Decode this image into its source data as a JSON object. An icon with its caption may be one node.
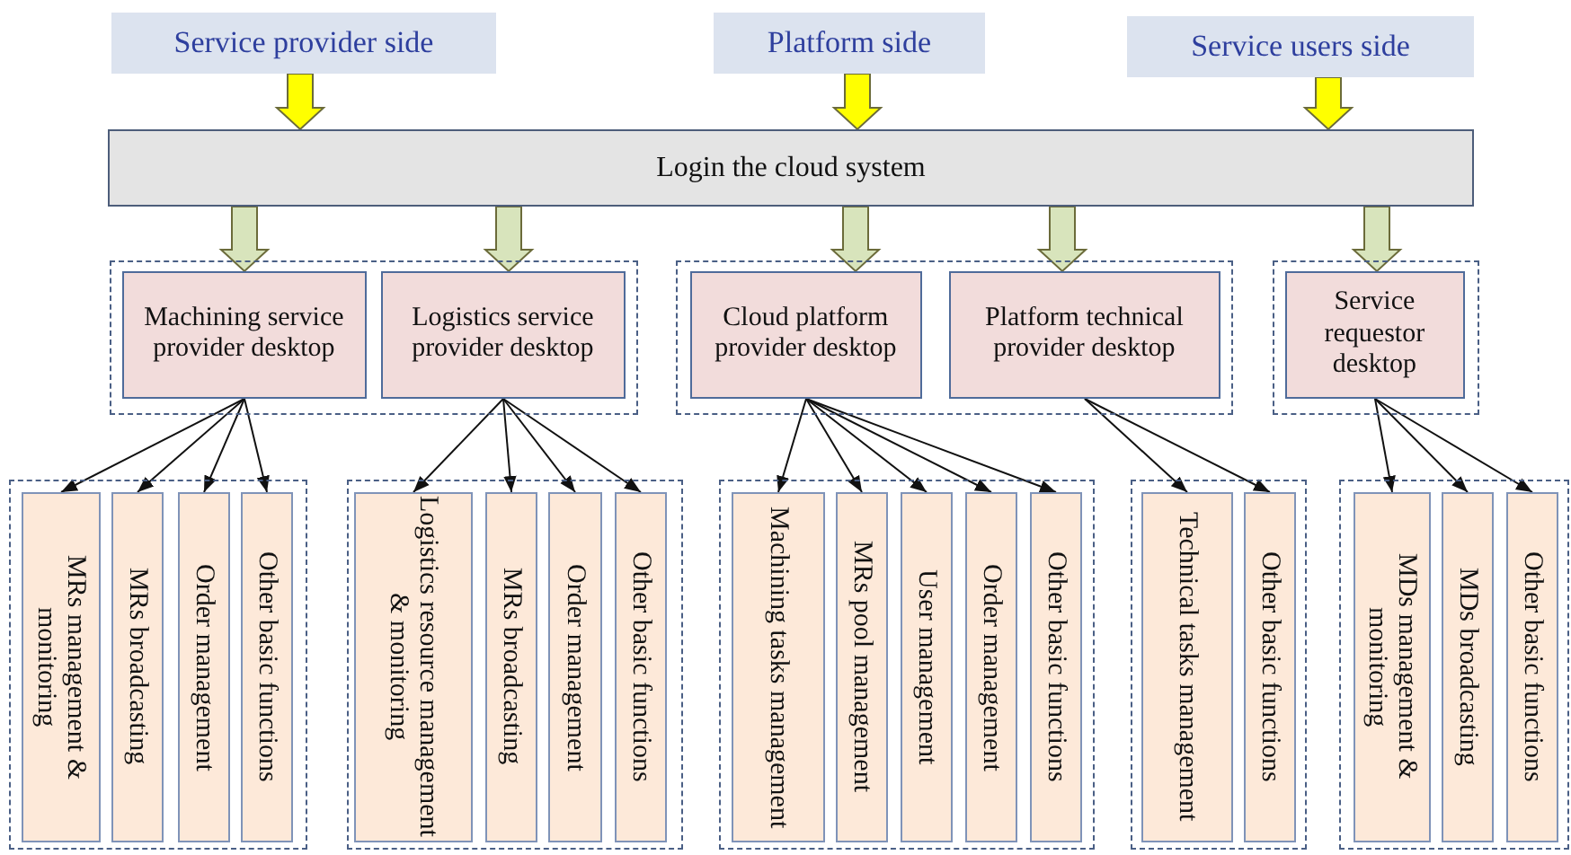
{
  "diagram": {
    "nodes": [
      {
        "text": [
          "Service provider side"
        ]
      },
      {
        "text": [
          "Platform side"
        ]
      },
      {
        "text": [
          "Service users side"
        ]
      },
      {
        "text": [
          "Login the cloud system"
        ]
      },
      {
        "text": [],
        "shape": "box"
      },
      {
        "text": [
          "Machining service provider desktop"
        ],
        "in": 4
      },
      {
        "text": [
          "Logistics service provider desktop"
        ],
        "in": 4
      },
      {
        "text": [],
        "shape": "box"
      },
      {
        "text": [
          "Cloud platform provider desktop"
        ],
        "in": 7
      },
      {
        "text": [
          "Platform technical provider desktop"
        ],
        "in": 7
      },
      {
        "text": [],
        "shape": "box"
      },
      {
        "text": [
          "Service requestor desktop"
        ],
        "in": 10
      },
      {
        "text": [],
        "shape": "box"
      },
      {
        "text": [
          "MRs management & monitoring"
        ],
        "in": 12
      },
      {
        "text": [
          "MRs broadcasting"
        ],
        "in": 12
      },
      {
        "text": [
          "Order management"
        ],
        "in": 12
      },
      {
        "text": [
          "Other basic functions"
        ],
        "in": 12
      },
      {
        "text": [],
        "shape": "box"
      },
      {
        "text": [
          "Logistics resource management & monitoring"
        ],
        "in": 17
      },
      {
        "text": [
          "MRs broadcasting"
        ],
        "in": 17
      },
      {
        "text": [
          "Order management"
        ],
        "in": 17
      },
      {
        "text": [
          "Other basic functions"
        ],
        "in": 17
      },
      {
        "text": [],
        "shape": "box"
      },
      {
        "text": [
          "Machining tasks management"
        ],
        "in": 22
      },
      {
        "text": [
          "MRs pool management"
        ],
        "in": 22
      },
      {
        "text": [
          "User management"
        ],
        "in": 22
      },
      {
        "text": [
          "Order management"
        ],
        "in": 22
      },
      {
        "text": [
          "Other basic functions"
        ],
        "in": 22
      },
      {
        "text": [],
        "shape": "box"
      },
      {
        "text": [
          "Technical tasks management"
        ],
        "in": 28
      },
      {
        "text": [
          "Other basic functions"
        ],
        "in": 28
      },
      {
        "text": [],
        "shape": "box"
      },
      {
        "text": [
          "MDs management & monitoring"
        ],
        "in": 31
      },
      {
        "text": [
          "MDs broadcasting"
        ],
        "in": 31
      },
      {
        "text": [
          "Other basic functions"
        ],
        "in": 31
      }
    ],
    "edges": [
      {
        "from": 0,
        "to": 3,
        "arrow": "to",
        "style": "thick",
        "color": "#ffff00"
      },
      {
        "from": 1,
        "to": 3,
        "arrow": "to",
        "style": "thick",
        "color": "#ffff00"
      },
      {
        "from": 2,
        "to": 3,
        "arrow": "to",
        "style": "thick",
        "color": "#ffff00"
      },
      {
        "from": 3,
        "to": 5,
        "arrow": "to",
        "style": "thick",
        "color": "#d8e4bc"
      },
      {
        "from": 3,
        "to": 6,
        "arrow": "to",
        "style": "thick",
        "color": "#d8e4bc"
      },
      {
        "from": 3,
        "to": 8,
        "arrow": "to",
        "style": "thick",
        "color": "#d8e4bc"
      },
      {
        "from": 3,
        "to": 9,
        "arrow": "to",
        "style": "thick",
        "color": "#d8e4bc"
      },
      {
        "from": 3,
        "to": 11,
        "arrow": "to",
        "style": "thick",
        "color": "#d8e4bc"
      },
      {
        "from": 5,
        "to": 13,
        "arrow": "to"
      },
      {
        "from": 5,
        "to": 14,
        "arrow": "to"
      },
      {
        "from": 5,
        "to": 15,
        "arrow": "to"
      },
      {
        "from": 5,
        "to": 16,
        "arrow": "to"
      },
      {
        "from": 6,
        "to": 18,
        "arrow": "to"
      },
      {
        "from": 6,
        "to": 19,
        "arrow": "to"
      },
      {
        "from": 6,
        "to": 20,
        "arrow": "to"
      },
      {
        "from": 6,
        "to": 21,
        "arrow": "to"
      },
      {
        "from": 8,
        "to": 23,
        "arrow": "to"
      },
      {
        "from": 8,
        "to": 24,
        "arrow": "to"
      },
      {
        "from": 8,
        "to": 25,
        "arrow": "to"
      },
      {
        "from": 8,
        "to": 26,
        "arrow": "to"
      },
      {
        "from": 8,
        "to": 27,
        "arrow": "to"
      },
      {
        "from": 9,
        "to": 29,
        "arrow": "to"
      },
      {
        "from": 9,
        "to": 30,
        "arrow": "to"
      },
      {
        "from": 11,
        "to": 32,
        "arrow": "to"
      },
      {
        "from": 11,
        "to": 33,
        "arrow": "to"
      },
      {
        "from": 11,
        "to": 34,
        "arrow": "to"
      }
    ]
  }
}
